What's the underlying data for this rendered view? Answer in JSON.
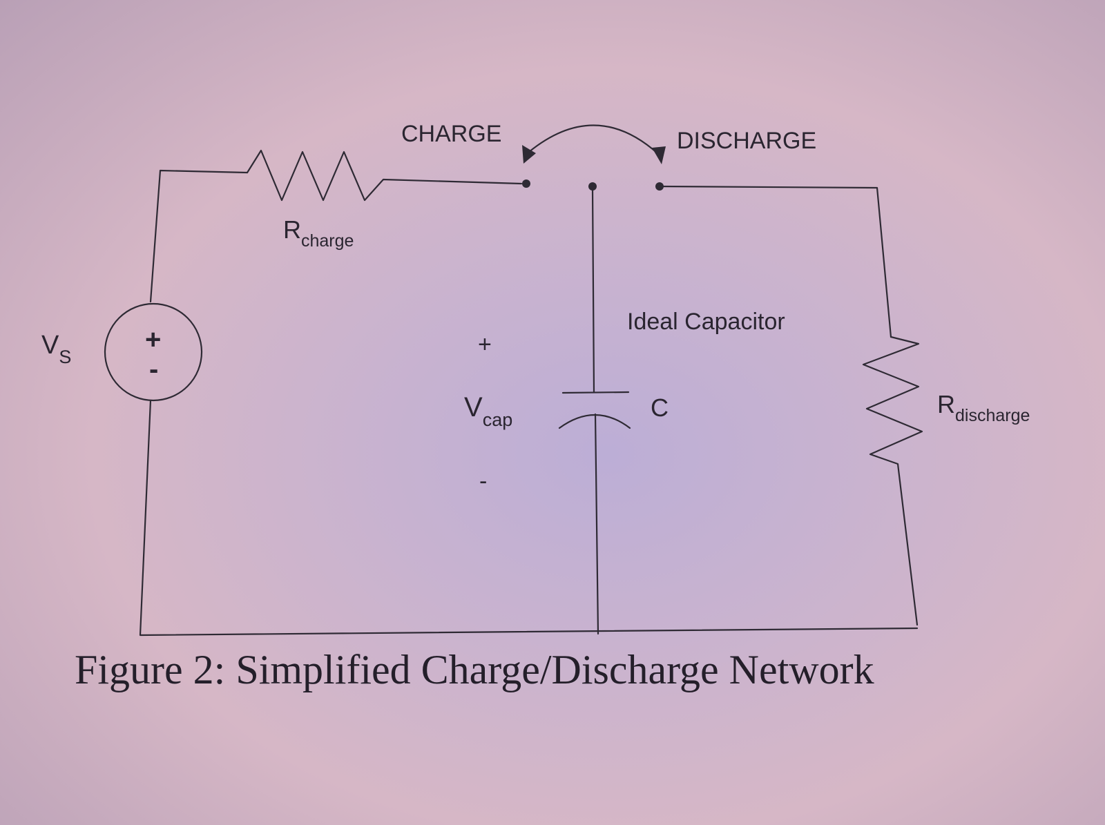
{
  "switch": {
    "charge_label": "CHARGE",
    "discharge_label": "DISCHARGE"
  },
  "resistors": {
    "charge": {
      "main": "R",
      "sub": "charge"
    },
    "discharge": {
      "main": "R",
      "sub": "discharge"
    }
  },
  "source": {
    "main": "V",
    "sub": "S",
    "plus": "+",
    "minus": "-"
  },
  "capacitor": {
    "type_label": "Ideal Capacitor",
    "name": "C",
    "voltage_main": "V",
    "voltage_sub": "cap",
    "plus": "+",
    "minus": "-"
  },
  "caption": "Figure 2: Simplified Charge/Discharge Network",
  "colors": {
    "wire": "#2e2a34",
    "paper_center": "#bcaed6",
    "paper_edge": "#d6b7c6"
  }
}
